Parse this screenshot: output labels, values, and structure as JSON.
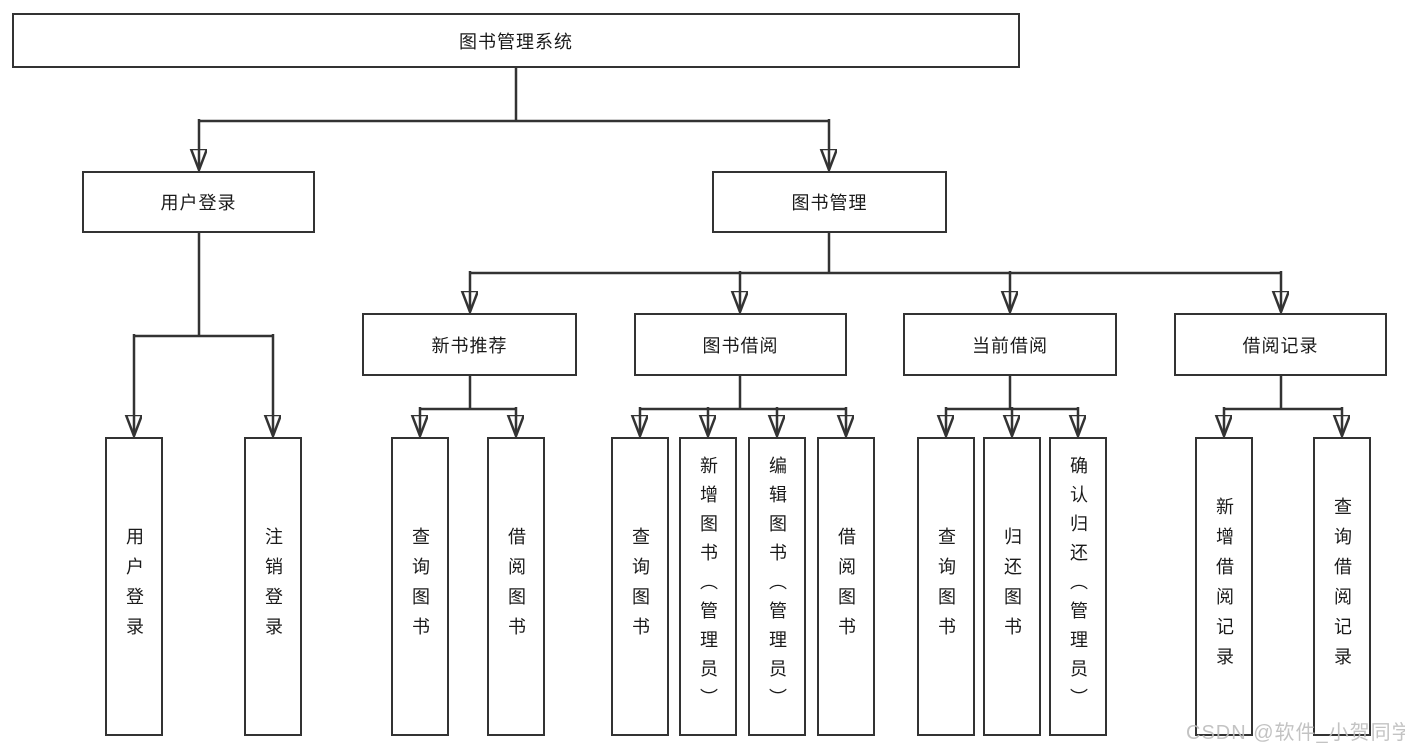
{
  "diagram": {
    "root": "图书管理系统",
    "level2": {
      "user_login": "用户登录",
      "book_mgmt": "图书管理"
    },
    "level3": {
      "new_book_rec": "新书推荐",
      "book_borrow": "图书借阅",
      "current_borrow": "当前借阅",
      "borrow_records": "借阅记录"
    },
    "leaves": {
      "user_login": "用户登录",
      "logout": "注销登录",
      "query_books_1": "查询图书",
      "borrow_books_1": "借阅图书",
      "query_books_2": "查询图书",
      "add_book_admin": "新增图书（管理员）",
      "edit_book_admin": "编辑图书（管理员）",
      "borrow_books_2": "借阅图书",
      "query_books_3": "查询图书",
      "return_book": "归还图书",
      "confirm_return_admin": "确认归还（管理员）",
      "add_borrow_record": "新增借阅记录",
      "query_borrow_record": "查询借阅记录"
    },
    "watermark": "CSDN @软件_小贺同学",
    "colors": {
      "line": "#333333",
      "box_border": "#333333",
      "box_fill": "#ffffff",
      "text": "#1a1a1a",
      "watermark": "#bebebe",
      "background": "#ffffff"
    }
  }
}
